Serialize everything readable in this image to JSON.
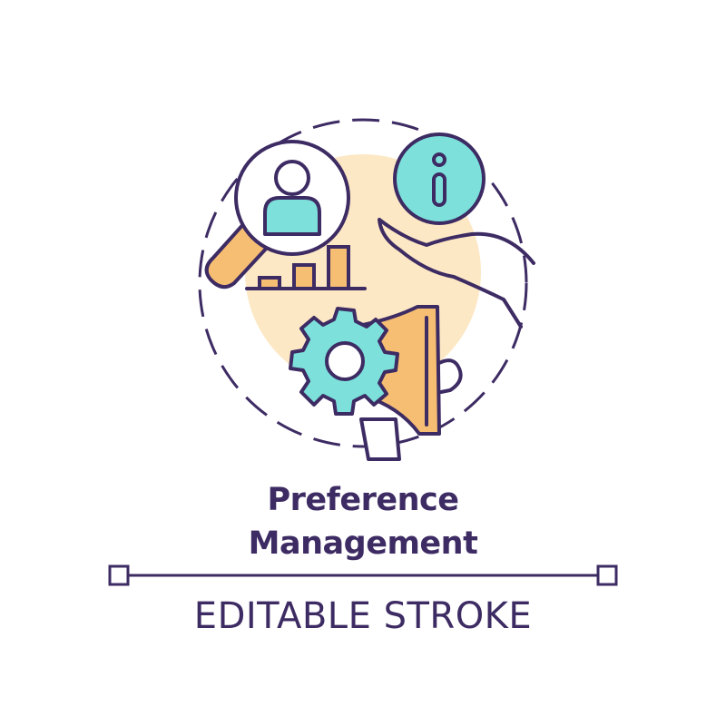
{
  "icon": {
    "name": "preference-management-concept-icon",
    "parts": [
      "magnifier-icon",
      "user-icon",
      "bar-chart-icon",
      "info-icon",
      "hand-icon",
      "gear-icon",
      "megaphone-icon"
    ]
  },
  "title": {
    "line1": "Preference",
    "line2": "Management"
  },
  "subtitle": "EDITABLE STROKE",
  "colors": {
    "stroke": "#3d2b63",
    "orange": "#f6be73",
    "cream": "#fde8c5",
    "teal": "#7de0db",
    "background": "#ffffff"
  }
}
